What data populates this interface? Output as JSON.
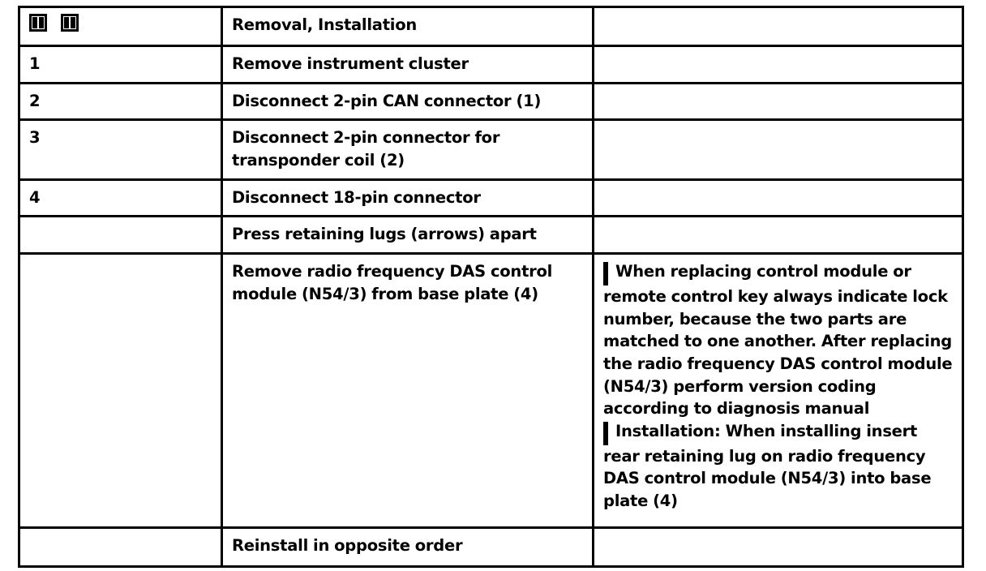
{
  "document": {
    "type": "workshop-manual-procedure-table",
    "columns": [
      "",
      "Removal, Installation",
      ""
    ],
    "header": {
      "step_icons": [
        "tool-icon",
        "tool-icon"
      ],
      "work_label": "Removal, Installation",
      "note_label": ""
    },
    "rows": [
      {
        "step": "1",
        "work": "Remove instrument cluster",
        "note": ""
      },
      {
        "step": "2",
        "work": "Disconnect 2-pin CAN connector (1)",
        "note": ""
      },
      {
        "step": "3",
        "work": "Disconnect 2-pin connector for\ntransponder coil (2)",
        "note": ""
      },
      {
        "step": "4",
        "work": "Disconnect 18-pin connector",
        "note": ""
      },
      {
        "step": "",
        "work": "Press retaining lugs (arrows) apart",
        "note": ""
      },
      {
        "step": "",
        "work": "Remove radio frequency DAS control\nmodule (N54/3) from base plate (4)",
        "notes": [
          {
            "icon": "info-icon",
            "text": "When replacing control module or remote control key always indicate lock number, because the two parts are matched to one another. After replacing the radio frequency DAS control module (N54/3) perform version coding according to diagnosis manual"
          },
          {
            "icon": "info-icon",
            "text": "Installation: When installing insert rear retaining lug on radio frequency DAS control module (N54/3) into base plate (4)"
          }
        ]
      },
      {
        "step": "",
        "work": "Reinstall in opposite order",
        "note": ""
      }
    ]
  },
  "colors": {
    "ink": "#000000",
    "paper": "#ffffff"
  }
}
